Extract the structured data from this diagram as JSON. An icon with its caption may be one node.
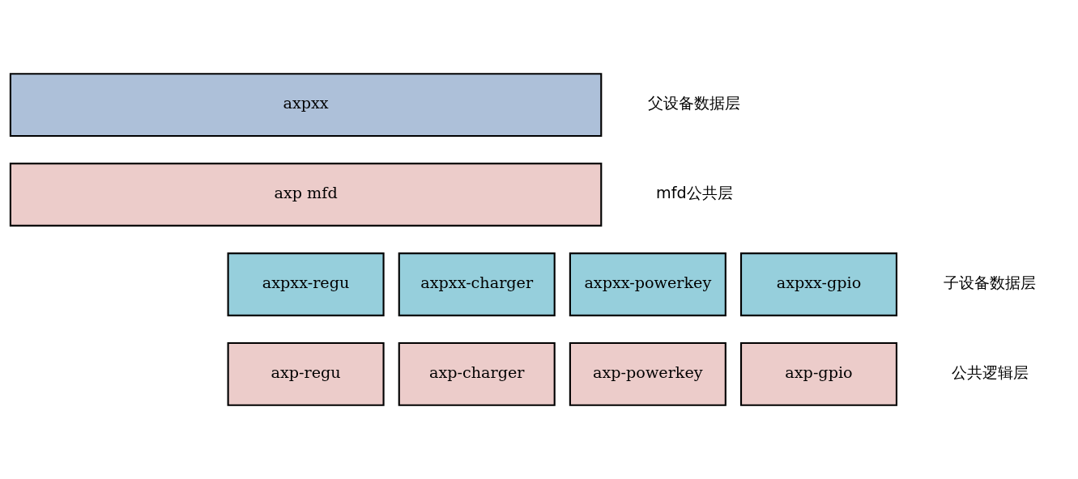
{
  "diagram": {
    "nodes": [
      {
        "text": [
          "axpxx"
        ]
      },
      {
        "text": [
          "axp mfd"
        ]
      },
      {
        "text": [
          "axpxx-regu"
        ]
      },
      {
        "text": [
          "axpxx-charger"
        ]
      },
      {
        "text": [
          "axpxx-powerkey"
        ]
      },
      {
        "text": [
          "axpxx-gpio"
        ]
      },
      {
        "text": [
          "axp-regu"
        ]
      },
      {
        "text": [
          "axp-charger"
        ]
      },
      {
        "text": [
          "axp-powerkey"
        ]
      },
      {
        "text": [
          "axp-gpio"
        ]
      }
    ],
    "labels": [
      "父设备数据层",
      "mfd公共层",
      "子设备数据层",
      "公共逻辑层"
    ]
  }
}
